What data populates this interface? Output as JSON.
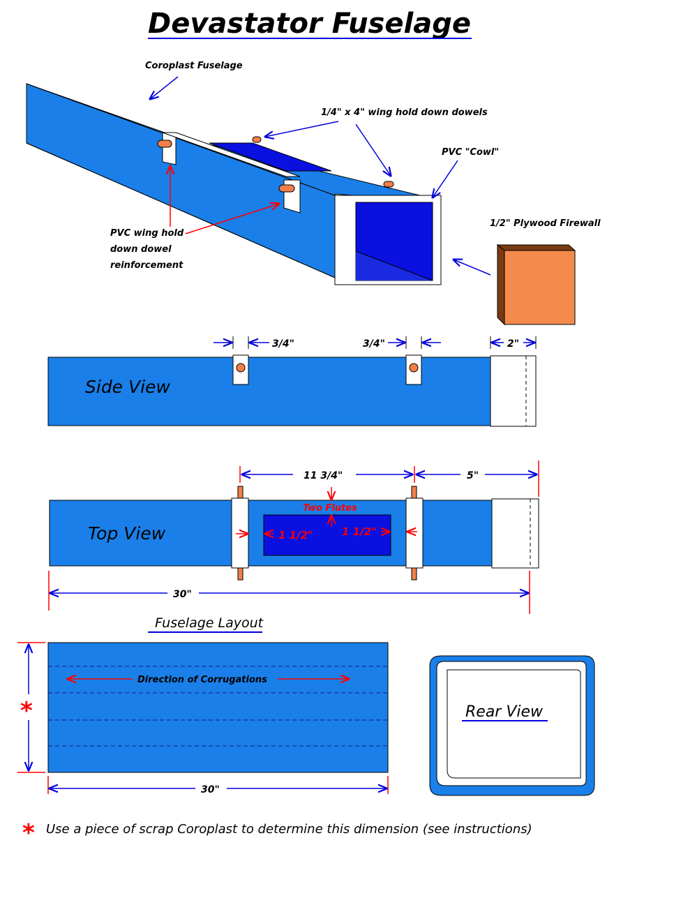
{
  "title": "Devastator Fuselage",
  "iso": {
    "coroplast_label": "Coroplast Fuselage",
    "dowels_label": "1/4\" x 4\" wing hold down dowels",
    "cowl_label": "PVC \"Cowl\"",
    "firewall_label": "1/2\" Plywood Firewall",
    "reinf_label_lines": [
      "PVC wing hold",
      "down dowel",
      "reinforcement"
    ]
  },
  "side_view": {
    "title": "Side View",
    "dim_a": "3/4\"",
    "dim_b": "3/4\"",
    "dim_c": "2\""
  },
  "top_view": {
    "title": "Top View",
    "dim_span": "11 3/4\"",
    "dim_front": "5\"",
    "flutes_label": "Two Flutes",
    "inset_left": "1 1/2\"",
    "inset_right": "1 1/2\"",
    "dim_length": "30\""
  },
  "layout": {
    "title": "Fuselage Layout",
    "corrugation_label": "Direction of Corrugations",
    "dim_length": "30\""
  },
  "rear_view": {
    "title": "Rear View"
  },
  "footnote": "Use a piece of scrap Coroplast to determine this dimension (see instructions)",
  "colors": {
    "coroplast_blue": "#1a7fe8",
    "hatch_blue": "#0a10e0",
    "dowel_orange": "#f08048",
    "plywood_front": "#f58a4d",
    "plywood_side": "#7a3a12",
    "red": "#ff0000",
    "dim_blue": "#0000dd"
  }
}
